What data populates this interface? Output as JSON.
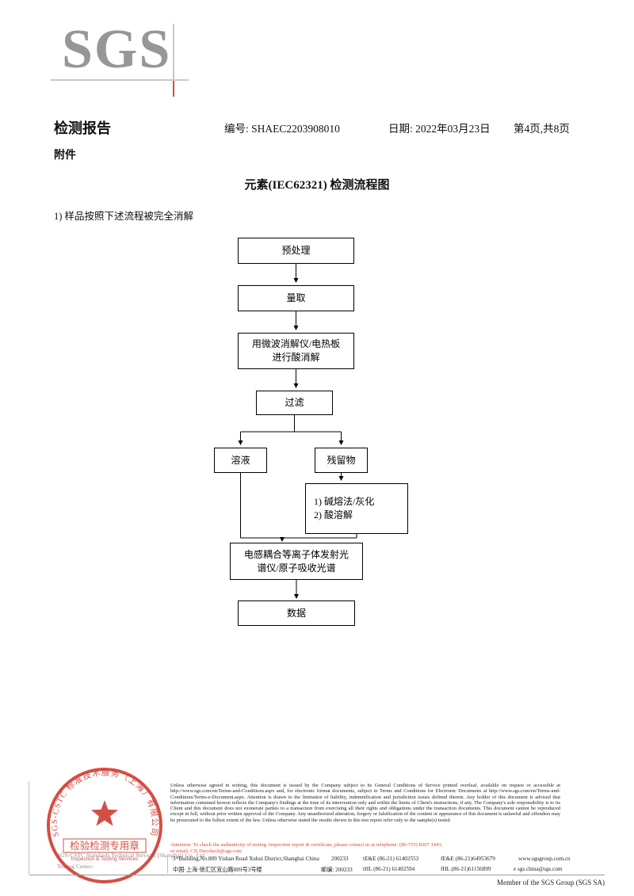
{
  "logo": {
    "text": "SGS"
  },
  "header": {
    "title": "检测报告",
    "report_no": "编号: SHAEC2203908010",
    "date": "日期: 2022年03月23日",
    "pages": "第4页,共8页",
    "attachment": "附件"
  },
  "content": {
    "flow_title": "元素(IEC62321) 检测流程图",
    "step_note": "1) 样品按照下述流程被完全消解"
  },
  "flowchart": {
    "nodes": {
      "pretreat": "预处理",
      "measure": "量取",
      "digest": "用微波消解仪/电热板\n进行酸消解",
      "filter": "过滤",
      "solution": "溶液",
      "residue": "残留物",
      "alkali": "1) 碱熔法/灰化\n2) 酸溶解",
      "icp": "电感耦合等离子体发射光\n谱仪/原子吸收光谱",
      "data": "数据"
    }
  },
  "stamp": {
    "ring_text": "SGS-CSTC 标准技术服务（上海）有限公司",
    "banner": "检验检测专用章",
    "subtitle": "Inspection & Testing Services",
    "company_gray_1": "SGS-CSTC Standards Technical Services (Shanghai) Co., Ltd.",
    "company_gray_2": "Testing Center-"
  },
  "footer": {
    "legal": "Unless otherwise agreed in writing, this document is issued by the Company subject to its General Conditions of Service printed overleaf, available on request or accessible at http://www.sgs.com/en/Terms-and-Conditions.aspx and, for electronic format documents, subject to Terms and Conditions for Electronic Documents at http://www.sgs.com/en/Terms-and-Conditions/Terms-e-Document.aspx. Attention is drawn to the limitation of liability, indemnification and jurisdiction issues defined therein. Any holder of this document is advised that information contained hereon reflects the Company's findings at the time of its intervention only and within the limits of Client's instructions, if any. The Company's sole responsibility is to its Client and this document does not exonerate parties to a transaction from exercising all their rights and obligations under the transaction documents. This document cannot be reproduced except in full, without prior written approval of the Company. Any unauthorized alteration, forgery or falsification of the content or appearance of this document is unlawful and offenders may be prosecuted to the fullest extent of the law. Unless otherwise stated the results shown in this test report refer only to the sample(s) tested.",
    "attention_1": "Attention: To check the authenticity of testing /inspection report & certificate, please contact us at telephone: (86-755) 8307 1443,",
    "attention_2": "or email: CN.Doccheck@sgs.com",
    "address_en": "3ʳᵈBuilding,No.889 Yishan Road Xuhui District,Shanghai China",
    "postcode_en": "200233",
    "tel_en": "tE&E (86-21) 61402553",
    "fax_en": "fE&E (86-21)64953679",
    "web": "www.sgsgroup.com.cn",
    "address_cn": "中国·上海·徐汇区宜山路889号3号楼",
    "postcode_cn": "邮编: 200233",
    "tel_cn": "tHL (86-21) 61402594",
    "fax_cn": "fHL (86-21)61156899",
    "email": "e  sgs.china@sgs.com",
    "member": "Member of the SGS Group (SGS SA)"
  }
}
